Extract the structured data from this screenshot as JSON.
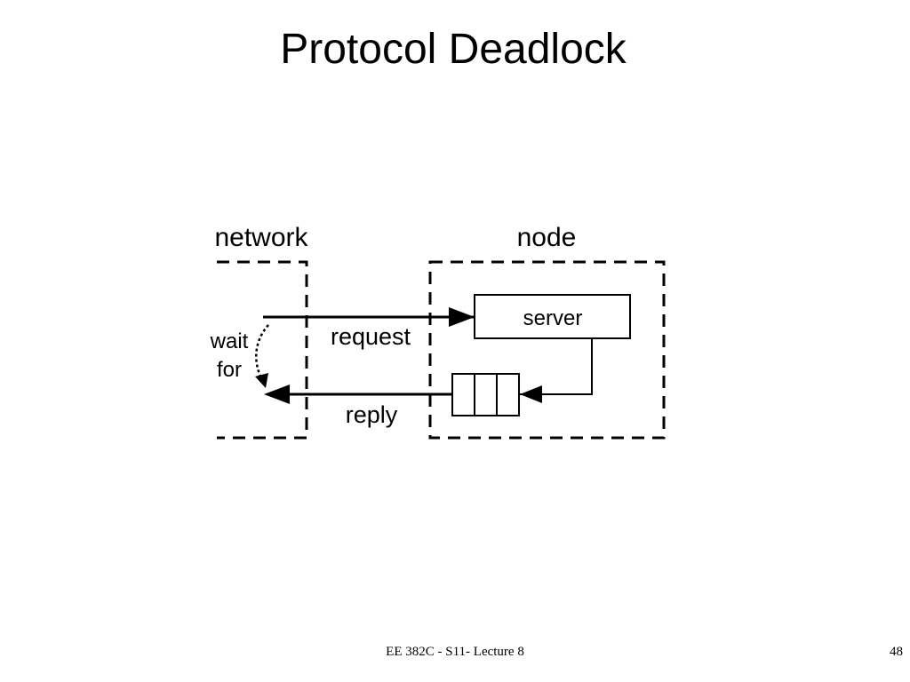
{
  "slide": {
    "title": "Protocol Deadlock"
  },
  "diagram": {
    "network_label": "network",
    "node_label": "node",
    "server_label": "server",
    "request_label": "request",
    "reply_label": "reply",
    "wait_label_line1": "wait",
    "wait_label_line2": "for"
  },
  "footer": {
    "course": "EE 382C - S11- Lecture 8",
    "page_number": "48"
  }
}
